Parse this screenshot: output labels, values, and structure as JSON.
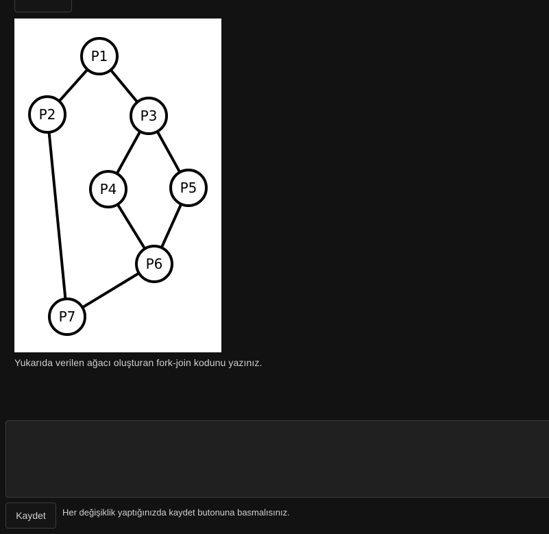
{
  "diagram": {
    "nodes": [
      {
        "id": "P1",
        "label": "P1"
      },
      {
        "id": "P2",
        "label": "P2"
      },
      {
        "id": "P3",
        "label": "P3"
      },
      {
        "id": "P4",
        "label": "P4"
      },
      {
        "id": "P5",
        "label": "P5"
      },
      {
        "id": "P6",
        "label": "P6"
      },
      {
        "id": "P7",
        "label": "P7"
      }
    ],
    "edges": [
      [
        "P1",
        "P2"
      ],
      [
        "P1",
        "P3"
      ],
      [
        "P3",
        "P4"
      ],
      [
        "P3",
        "P5"
      ],
      [
        "P4",
        "P6"
      ],
      [
        "P5",
        "P6"
      ],
      [
        "P2",
        "P7"
      ],
      [
        "P6",
        "P7"
      ]
    ]
  },
  "question": {
    "text": "Yukarıda verilen ağacı oluşturan fork-join kodunu yazınız."
  },
  "answer": {
    "value": ""
  },
  "actions": {
    "save_label": "Kaydet",
    "save_hint": "Her değişiklik yaptığınızda kaydet butonuna basmalısınız."
  }
}
